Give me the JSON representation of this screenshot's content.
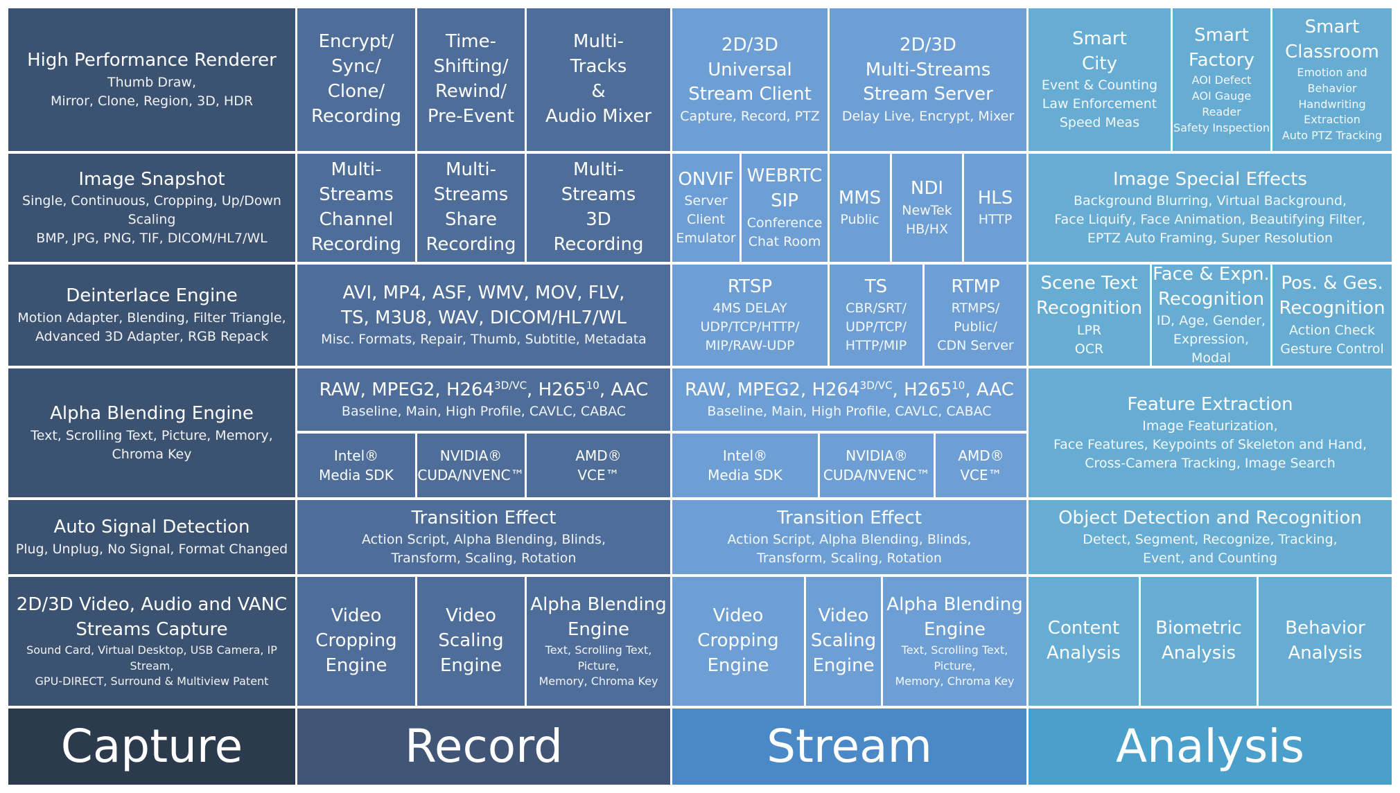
{
  "colors": {
    "capture": "#3c5271",
    "record": "#4e6d98",
    "stream": "#6e9fd4",
    "analysis": "#66acd3",
    "footer_capture": "#2c3a4e",
    "footer_record": "#415676",
    "footer_stream": "#4b88c6",
    "footer_analysis": "#4aa0cb"
  },
  "capture": {
    "renderer": {
      "title": "High Performance Renderer",
      "sub1": "Thumb Draw,",
      "sub2": "Mirror, Clone, Region, 3D, HDR"
    },
    "snapshot": {
      "title": "Image Snapshot",
      "sub1": "Single, Continuous, Cropping, Up/Down Scaling",
      "sub2": "BMP, JPG, PNG, TIF, DICOM/HL7/WL"
    },
    "deinterlace": {
      "title": "Deinterlace Engine",
      "sub1": "Motion Adapter, Blending, Filter Triangle,",
      "sub2": "Advanced 3D Adapter, RGB Repack"
    },
    "alpha": {
      "title": "Alpha Blending Engine",
      "sub1": "Text, Scrolling Text, Picture, Memory, Chroma Key"
    },
    "signal": {
      "title": "Auto Signal Detection",
      "sub1": "Plug, Unplug, No Signal, Format Changed"
    },
    "vanc": {
      "title1": "2D/3D Video, Audio and VANC",
      "title2": "Streams Capture",
      "sub1": "Sound Card, Virtual Desktop, USB Camera, IP Stream,",
      "sub2": "GPU-DIRECT, Surround & Multiview Patent"
    }
  },
  "record": {
    "encrypt": [
      "Encrypt/",
      "Sync/",
      "Clone/",
      "Recording"
    ],
    "timeshift": [
      "Time-",
      "Shifting/",
      "Rewind/",
      "Pre-Event"
    ],
    "multitracks": [
      "Multi-",
      "Tracks",
      "&",
      "Audio Mixer"
    ],
    "channel": [
      "Multi-",
      "Streams",
      "Channel",
      "Recording"
    ],
    "share": [
      "Multi-",
      "Streams",
      "Share",
      "Recording"
    ],
    "threed": [
      "Multi-",
      "Streams",
      "3D",
      "Recording"
    ],
    "formats": {
      "line1": "AVI, MP4, ASF, WMV, MOV, FLV,",
      "line2": "TS, M3U8, WAV, DICOM/HL7/WL",
      "sub": "Misc. Formats, Repair, Thumb, Subtitle, Metadata"
    },
    "codec": {
      "p1": "RAW, MPEG2, H264",
      "sup1": "3D/VC",
      "p2": ", H265",
      "sup2": "10",
      "p3": ", AAC",
      "sub": "Baseline, Main, High Profile, CAVLC, CABAC"
    },
    "intel": [
      "Intel®",
      "Media SDK"
    ],
    "nvidia": [
      "NVIDIA®",
      "CUDA/NVENC™"
    ],
    "amd": [
      "AMD®",
      "VCE™"
    ],
    "transition": {
      "title": "Transition Effect",
      "sub1": "Action Script, Alpha Blending, Blinds,",
      "sub2": "Transform, Scaling, Rotation"
    },
    "cropping": [
      "Video",
      "Cropping",
      "Engine"
    ],
    "scaling": [
      "Video",
      "Scaling",
      "Engine"
    ],
    "alpha": {
      "t1": "Alpha Blending",
      "t2": "Engine",
      "s1": "Text, Scrolling Text, Picture,",
      "s2": "Memory, Chroma Key"
    }
  },
  "stream": {
    "client": {
      "lines": [
        "2D/3D",
        "Universal",
        "Stream Client"
      ],
      "sub": "Capture, Record, PTZ"
    },
    "server": {
      "lines": [
        "2D/3D",
        "Multi-Streams",
        "Stream Server"
      ],
      "sub": "Delay Live, Encrypt, Mixer"
    },
    "onvif": {
      "title": "ONVIF",
      "subs": [
        "Server",
        "Client",
        "Emulator"
      ]
    },
    "webrtc": {
      "titles": [
        "WEBRTC",
        "SIP"
      ],
      "subs": [
        "Conference",
        "Chat Room"
      ]
    },
    "mms": {
      "title": "MMS",
      "subs": [
        "Public"
      ]
    },
    "ndi": {
      "title": "NDI",
      "subs": [
        "NewTek",
        "HB/HX"
      ]
    },
    "hls": {
      "title": "HLS",
      "subs": [
        "HTTP"
      ]
    },
    "rtsp": {
      "title": "RTSP",
      "subs": [
        "4MS DELAY",
        "UDP/TCP/HTTP/",
        "MIP/RAW-UDP"
      ]
    },
    "ts": {
      "title": "TS",
      "subs": [
        "CBR/SRT/",
        "UDP/TCP/",
        "HTTP/MIP"
      ]
    },
    "rtmp": {
      "title": "RTMP",
      "subs": [
        "RTMPS/",
        "Public/",
        "CDN Server"
      ]
    },
    "codec": {
      "p1": "RAW, MPEG2, H264",
      "sup1": "3D/VC",
      "p2": ", H265",
      "sup2": "10",
      "p3": ", AAC",
      "sub": "Baseline, Main, High Profile, CAVLC, CABAC"
    },
    "intel": [
      "Intel®",
      "Media SDK"
    ],
    "nvidia": [
      "NVIDIA®",
      "CUDA/NVENC™"
    ],
    "amd": [
      "AMD®",
      "VCE™"
    ],
    "transition": {
      "title": "Transition Effect",
      "sub1": "Action Script, Alpha Blending, Blinds,",
      "sub2": "Transform, Scaling, Rotation"
    },
    "cropping": [
      "Video",
      "Cropping",
      "Engine"
    ],
    "scaling": [
      "Video",
      "Scaling",
      "Engine"
    ],
    "alpha": {
      "t1": "Alpha Blending",
      "t2": "Engine",
      "s1": "Text, Scrolling Text, Picture,",
      "s2": "Memory, Chroma Key"
    }
  },
  "analysis": {
    "city": {
      "titles": [
        "Smart",
        "City"
      ],
      "subs": [
        "Event & Counting",
        "Law Enforcement",
        "Speed Meas"
      ]
    },
    "factory": {
      "titles": [
        "Smart",
        "Factory"
      ],
      "subs": [
        "AOI Defect",
        "AOI Gauge Reader",
        "Safety Inspection"
      ]
    },
    "classroom": {
      "titles": [
        "Smart",
        "Classroom"
      ],
      "subs": [
        "Emotion and Behavior",
        "Handwriting Extraction",
        "Auto PTZ Tracking"
      ]
    },
    "effects": {
      "title": "Image Special Effects",
      "subs": [
        "Background Blurring, Virtual Background,",
        "Face Liquify, Face Animation, Beautifying Filter,",
        "EPTZ Auto Framing, Super Resolution"
      ]
    },
    "scenetext": {
      "titles": [
        "Scene Text",
        "Recognition"
      ],
      "subs": [
        "LPR",
        "OCR"
      ]
    },
    "face": {
      "titles": [
        "Face & Expn.",
        "Recognition"
      ],
      "subs": [
        "ID, Age, Gender,",
        "Expression, Modal"
      ]
    },
    "pos": {
      "titles": [
        "Pos. & Ges.",
        "Recognition"
      ],
      "subs": [
        "Action Check",
        "Gesture Control"
      ]
    },
    "feature": {
      "title": "Feature Extraction",
      "subs": [
        "Image Featurization,",
        "Face Features, Keypoints of Skeleton and Hand,",
        "Cross-Camera Tracking, Image Search"
      ]
    },
    "object": {
      "title": "Object Detection and Recognition",
      "subs": [
        "Detect, Segment, Recognize, Tracking,",
        "Event, and Counting"
      ]
    },
    "content": [
      "Content",
      "Analysis"
    ],
    "biometric": [
      "Biometric",
      "Analysis"
    ],
    "behavior": [
      "Behavior",
      "Analysis"
    ]
  },
  "footer": {
    "capture": "Capture",
    "record": "Record",
    "stream": "Stream",
    "analysis": "Analysis"
  }
}
